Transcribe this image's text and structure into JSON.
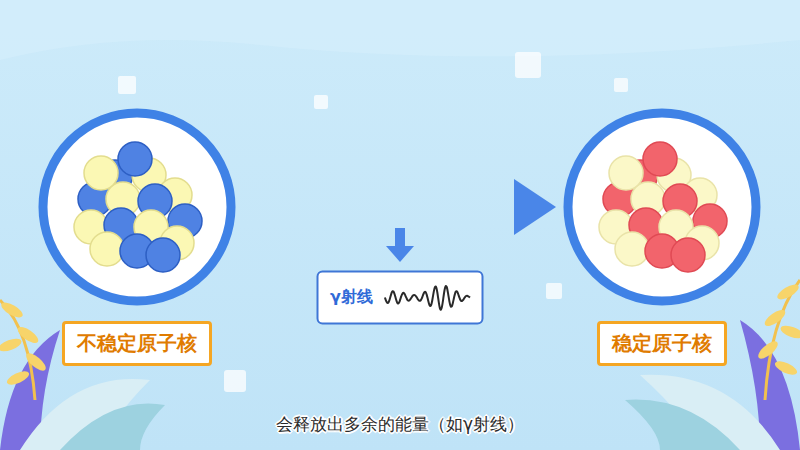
{
  "diagram": {
    "caption": "会释放出多余的能量（如γ射线）",
    "nodes": [
      {
        "text": [
          "不稳定原子核"
        ]
      },
      {
        "text": [
          "γ射线"
        ]
      },
      {
        "text": [
          "稳定原子核"
        ]
      }
    ],
    "edges": [
      {
        "from": 0,
        "to": 2,
        "arrow": "to"
      }
    ]
  }
}
